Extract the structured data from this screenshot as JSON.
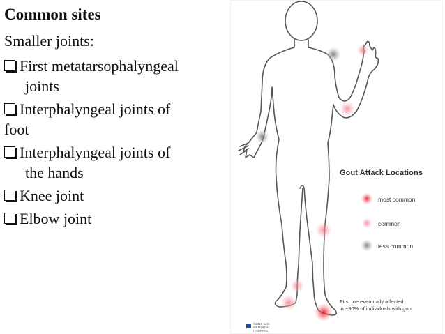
{
  "slide": {
    "heading": "Common sites",
    "subheading": "Smaller joints:",
    "bullets": [
      {
        "first": "First metatarsophalyngeal",
        "cont": "joints"
      },
      {
        "first": "Interphalyngeal joints of",
        "cont": "foot"
      },
      {
        "first": "Interphalyngeal joints of",
        "cont": "the hands"
      },
      {
        "first": "Knee joint",
        "cont": ""
      },
      {
        "first": "Elbow joint",
        "cont": ""
      }
    ]
  },
  "figure": {
    "title": "Gout Attack Locations",
    "legend": [
      {
        "label": "most common",
        "color": "#e8202a"
      },
      {
        "label": "common",
        "color": "#f07a86"
      },
      {
        "label": "less common",
        "color": "#7a7a7a"
      }
    ],
    "note_line1": "First toe eventually affected",
    "note_line2": "in ~90% of individuals with gout",
    "credit": "©2010 LLC\nMEMORIAL HOSPITAL"
  },
  "colors": {
    "text": "#111111",
    "outline": "#555555",
    "most_common": "#e8202a",
    "common": "#f07a86",
    "less_common": "#7a7a7a"
  }
}
